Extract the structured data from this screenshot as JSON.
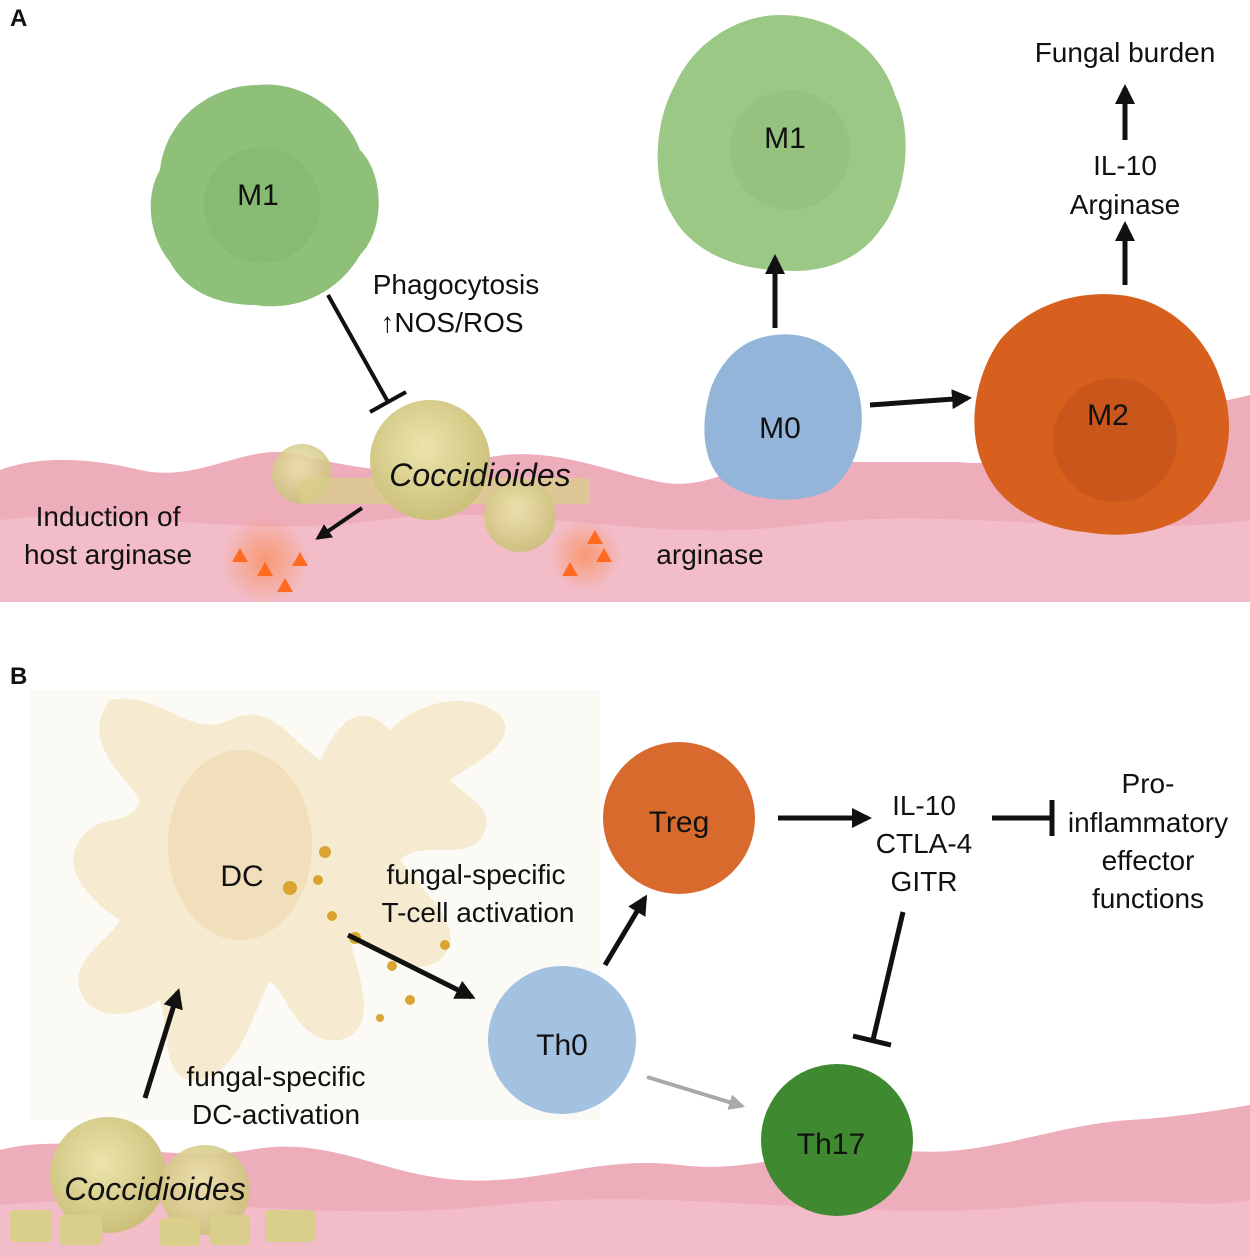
{
  "panel_a": {
    "label": "A",
    "m1_left": "M1",
    "phagocytosis": "Phagocytosis",
    "nos_ros": "↑NOS/ROS",
    "coccidioides": "Coccidioides",
    "induction_line1": "Induction of",
    "induction_line2": "host arginase",
    "arginase": "arginase",
    "m1_right": "M1",
    "m0": "M0",
    "m2": "M2",
    "il10": "IL-10",
    "arginase_cap": "Arginase",
    "fungal_burden": "Fungal burden"
  },
  "panel_b": {
    "label": "B",
    "dc": "DC",
    "tcell_line1": "fungal-specific",
    "tcell_line2": "T-cell activation",
    "treg": "Treg",
    "th0": "Th0",
    "th17": "Th17",
    "il10": "IL-10",
    "ctla4": "CTLA-4",
    "gitr": "GITR",
    "pro_line1": "Pro-",
    "pro_line2": "inflammatory",
    "pro_line3": "effector",
    "pro_line4": "functions",
    "dcact_line1": "fungal-specific",
    "dcact_line2": "DC-activation",
    "coccidioides": "Coccidioides"
  },
  "colors": {
    "m1_green": "#8fc07a",
    "m0_blue": "#93b5da",
    "m2_orange": "#d8601e",
    "treg_orange": "#d86a2e",
    "th0_blue": "#a3c1e0",
    "th17_green": "#3f8a30",
    "tissue_pink": "#eeadbb",
    "fungus_yellow": "#dcd393",
    "dc_cream": "#f6ead0"
  }
}
